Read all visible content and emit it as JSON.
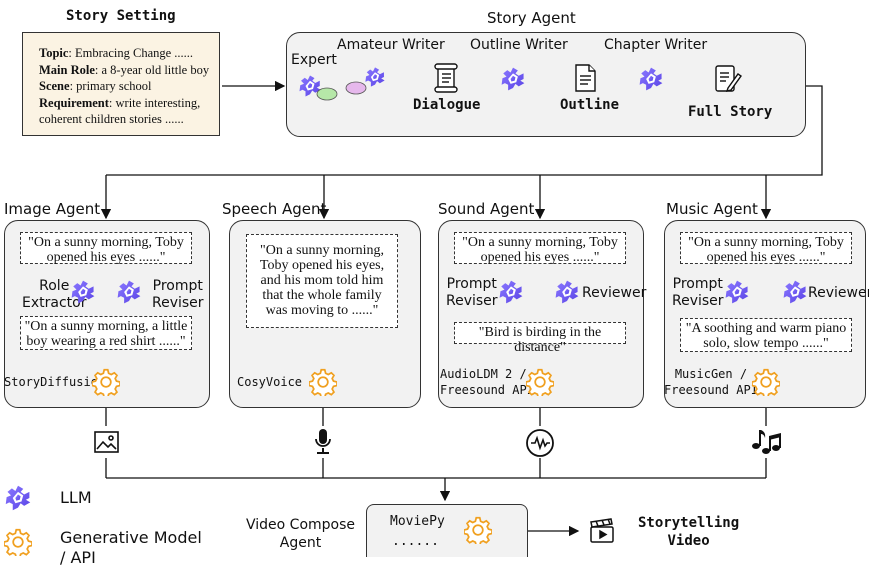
{
  "story_setting": {
    "title": "Story Setting",
    "topic_key": "Topic",
    "topic_value": ": Embracing Change ......",
    "role_key": "Main Role",
    "role_value": ": a 8-year old little boy",
    "scene_key": "Scene",
    "scene_value": ": primary school",
    "req_key": "Requirement",
    "req_value": ": write interesting,",
    "req_value2": "coherent children stories ......"
  },
  "story_agent": {
    "title": "Story Agent",
    "expert": "Expert",
    "amateur_writer": "Amateur Writer",
    "outline_writer": "Outline Writer",
    "chapter_writer": "Chapter Writer",
    "dialogue": "Dialogue",
    "outline": "Outline",
    "full_story": "Full Story"
  },
  "image_agent": {
    "title": "Image Agent",
    "quote_in": "\"On a sunny morning, Toby opened his eyes ......\"",
    "role_extractor_1": "Role",
    "role_extractor_2": "Extractor",
    "prompt_reviser_1": "Prompt",
    "prompt_reviser_2": "Reviser",
    "quote_out": "\"On a sunny morning, a little boy wearing a red shirt ......\"",
    "model": "StoryDiffusion"
  },
  "speech_agent": {
    "title": "Speech Agent",
    "quote": "\"On a sunny morning, Toby opened his eyes, and his mom told him that the whole family was moving to ......\"",
    "model": "CosyVoice"
  },
  "sound_agent": {
    "title": "Sound Agent",
    "quote_in": "\"On a sunny morning, Toby opened his eyes ......\"",
    "prompt_reviser_1": "Prompt",
    "prompt_reviser_2": "Reviser",
    "reviewer": "Reviewer",
    "quote_out": "\"Bird is birding in the distance\"",
    "model_1": "AudioLDM 2 /",
    "model_2": "Freesound API"
  },
  "music_agent": {
    "title": "Music Agent",
    "quote_in": "\"On a sunny morning, Toby opened his eyes ......\"",
    "prompt_reviser_1": "Prompt",
    "prompt_reviser_2": "Reviser",
    "reviewer": "Reviewer",
    "quote_out": "\"A soothing and warm piano solo, slow tempo ......\"",
    "model_1": "MusicGen /",
    "model_2": "Freesound API"
  },
  "legend": {
    "llm": "LLM",
    "gen_model_1": "Generative Model",
    "gen_model_2": "/ API"
  },
  "video": {
    "agent_1": "Video Compose",
    "agent_2": "Agent",
    "tool": "MoviePy",
    "dots": "......",
    "out_1": "Storytelling",
    "out_2": "Video"
  },
  "colors": {
    "llm_icon": "#6f5cf2",
    "gear_icon": "#f0a020",
    "panel_bg": "#f2f2f2",
    "setting_bg": "#fbf3e3"
  }
}
